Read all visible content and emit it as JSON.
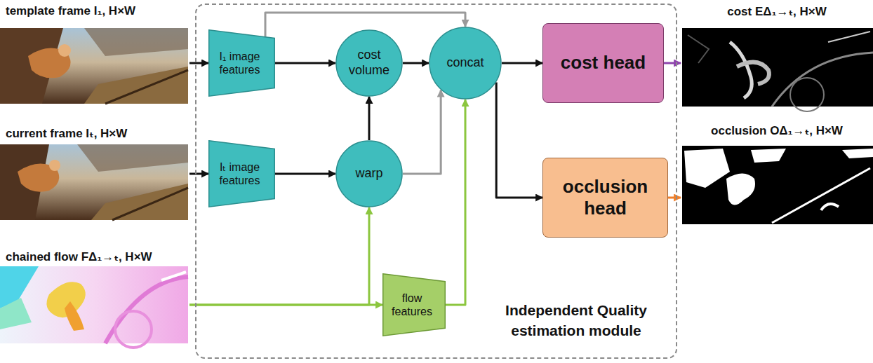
{
  "diagram": {
    "nodes": [
      {
        "text": [
          "template frame I₁, H×W"
        ]
      },
      {
        "text": [
          "current frame Iₜ, H×W"
        ]
      },
      {
        "text": [
          "chained flow FΔ₁→ₜ, H×W"
        ]
      },
      {
        "text": [
          "Independent Quality estimation module"
        ]
      },
      {
        "text": [
          "I₁ image features"
        ],
        "in": 3
      },
      {
        "text": [
          "Iₜ image features"
        ],
        "in": 3
      },
      {
        "text": [
          "flow features"
        ],
        "in": 3
      },
      {
        "text": [
          "cost volume"
        ],
        "in": 3
      },
      {
        "text": [
          "warp"
        ],
        "in": 3
      },
      {
        "text": [
          "concat"
        ],
        "in": 3
      },
      {
        "text": [
          "cost head"
        ],
        "in": 3
      },
      {
        "text": [
          "occlusion head"
        ],
        "in": 3
      },
      {
        "text": [
          "cost EΔ₁→ₜ, H×W"
        ]
      },
      {
        "text": [
          "occlusion OΔ₁→ₜ, H×W"
        ]
      }
    ],
    "edges": [
      {
        "from": 0,
        "to": 4,
        "arrow": "to"
      },
      {
        "from": 1,
        "to": 5,
        "arrow": "to"
      },
      {
        "from": 2,
        "to": 8,
        "arrow": "to"
      },
      {
        "from": 2,
        "to": 6,
        "arrow": "to"
      },
      {
        "from": 4,
        "to": 7,
        "arrow": "to"
      },
      {
        "from": 4,
        "to": 9,
        "arrow": "to"
      },
      {
        "from": 5,
        "to": 8,
        "arrow": "to"
      },
      {
        "from": 8,
        "to": 7,
        "arrow": "to"
      },
      {
        "from": 8,
        "to": 9,
        "arrow": "to"
      },
      {
        "from": 7,
        "to": 9,
        "arrow": "to"
      },
      {
        "from": 6,
        "to": 9,
        "arrow": "to"
      },
      {
        "from": 9,
        "to": 10,
        "arrow": "to"
      },
      {
        "from": 9,
        "to": 11,
        "arrow": "to"
      },
      {
        "from": 10,
        "to": 12,
        "arrow": "to"
      },
      {
        "from": 11,
        "to": 13,
        "arrow": "to"
      }
    ]
  }
}
